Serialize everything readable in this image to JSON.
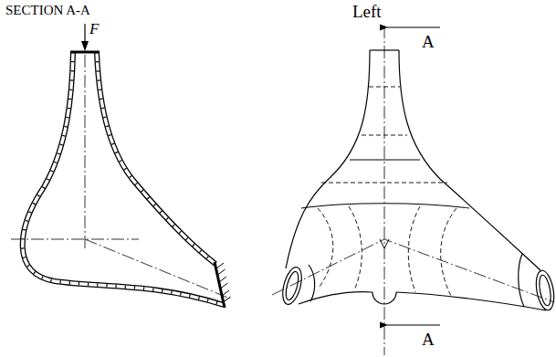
{
  "diagram": {
    "labels": [
      "SECTION A-A",
      "F",
      "Left",
      "A",
      "A"
    ]
  }
}
